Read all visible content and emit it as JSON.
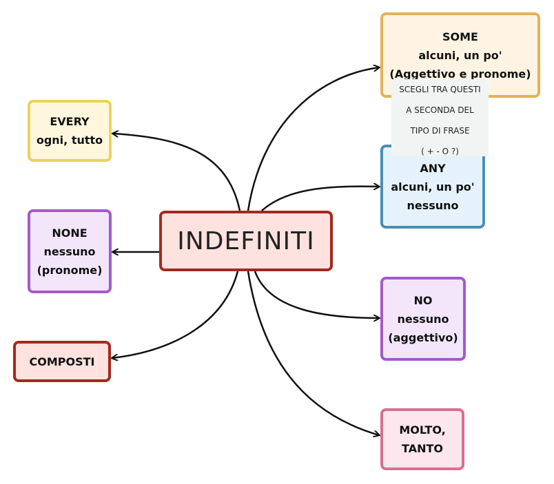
{
  "central": {
    "label": "INDEFINITI"
  },
  "nodes": {
    "every": {
      "lines": [
        "EVERY",
        "ogni, tutto"
      ]
    },
    "none": {
      "lines": [
        "NONE",
        "nessuno",
        "(pronome)"
      ]
    },
    "composti": {
      "lines": [
        "COMPOSTI"
      ]
    },
    "some": {
      "lines": [
        "SOME",
        "alcuni, un po'",
        "(Aggettivo e pronome)"
      ]
    },
    "any": {
      "lines": [
        "ANY",
        "alcuni, un po'",
        "nessuno"
      ]
    },
    "no": {
      "lines": [
        "NO",
        "nessuno",
        "(aggettivo)"
      ]
    },
    "molto": {
      "lines": [
        "MOLTO,",
        "TANTO"
      ]
    }
  },
  "note": {
    "lines": [
      "SCEGLI TRA QUESTI",
      "A SECONDA DEL",
      "TIPO DI FRASE",
      "( + - O ?)"
    ]
  },
  "colors": {
    "central_border": "#a3291e",
    "every_border": "#ecd25c",
    "none_border": "#a35ac9",
    "composti_border": "#a3291e",
    "some_border": "#e5b25a",
    "any_border": "#4a8eb3",
    "no_border": "#a35ac9",
    "molto_border": "#d86f93",
    "connector": "#111111"
  }
}
